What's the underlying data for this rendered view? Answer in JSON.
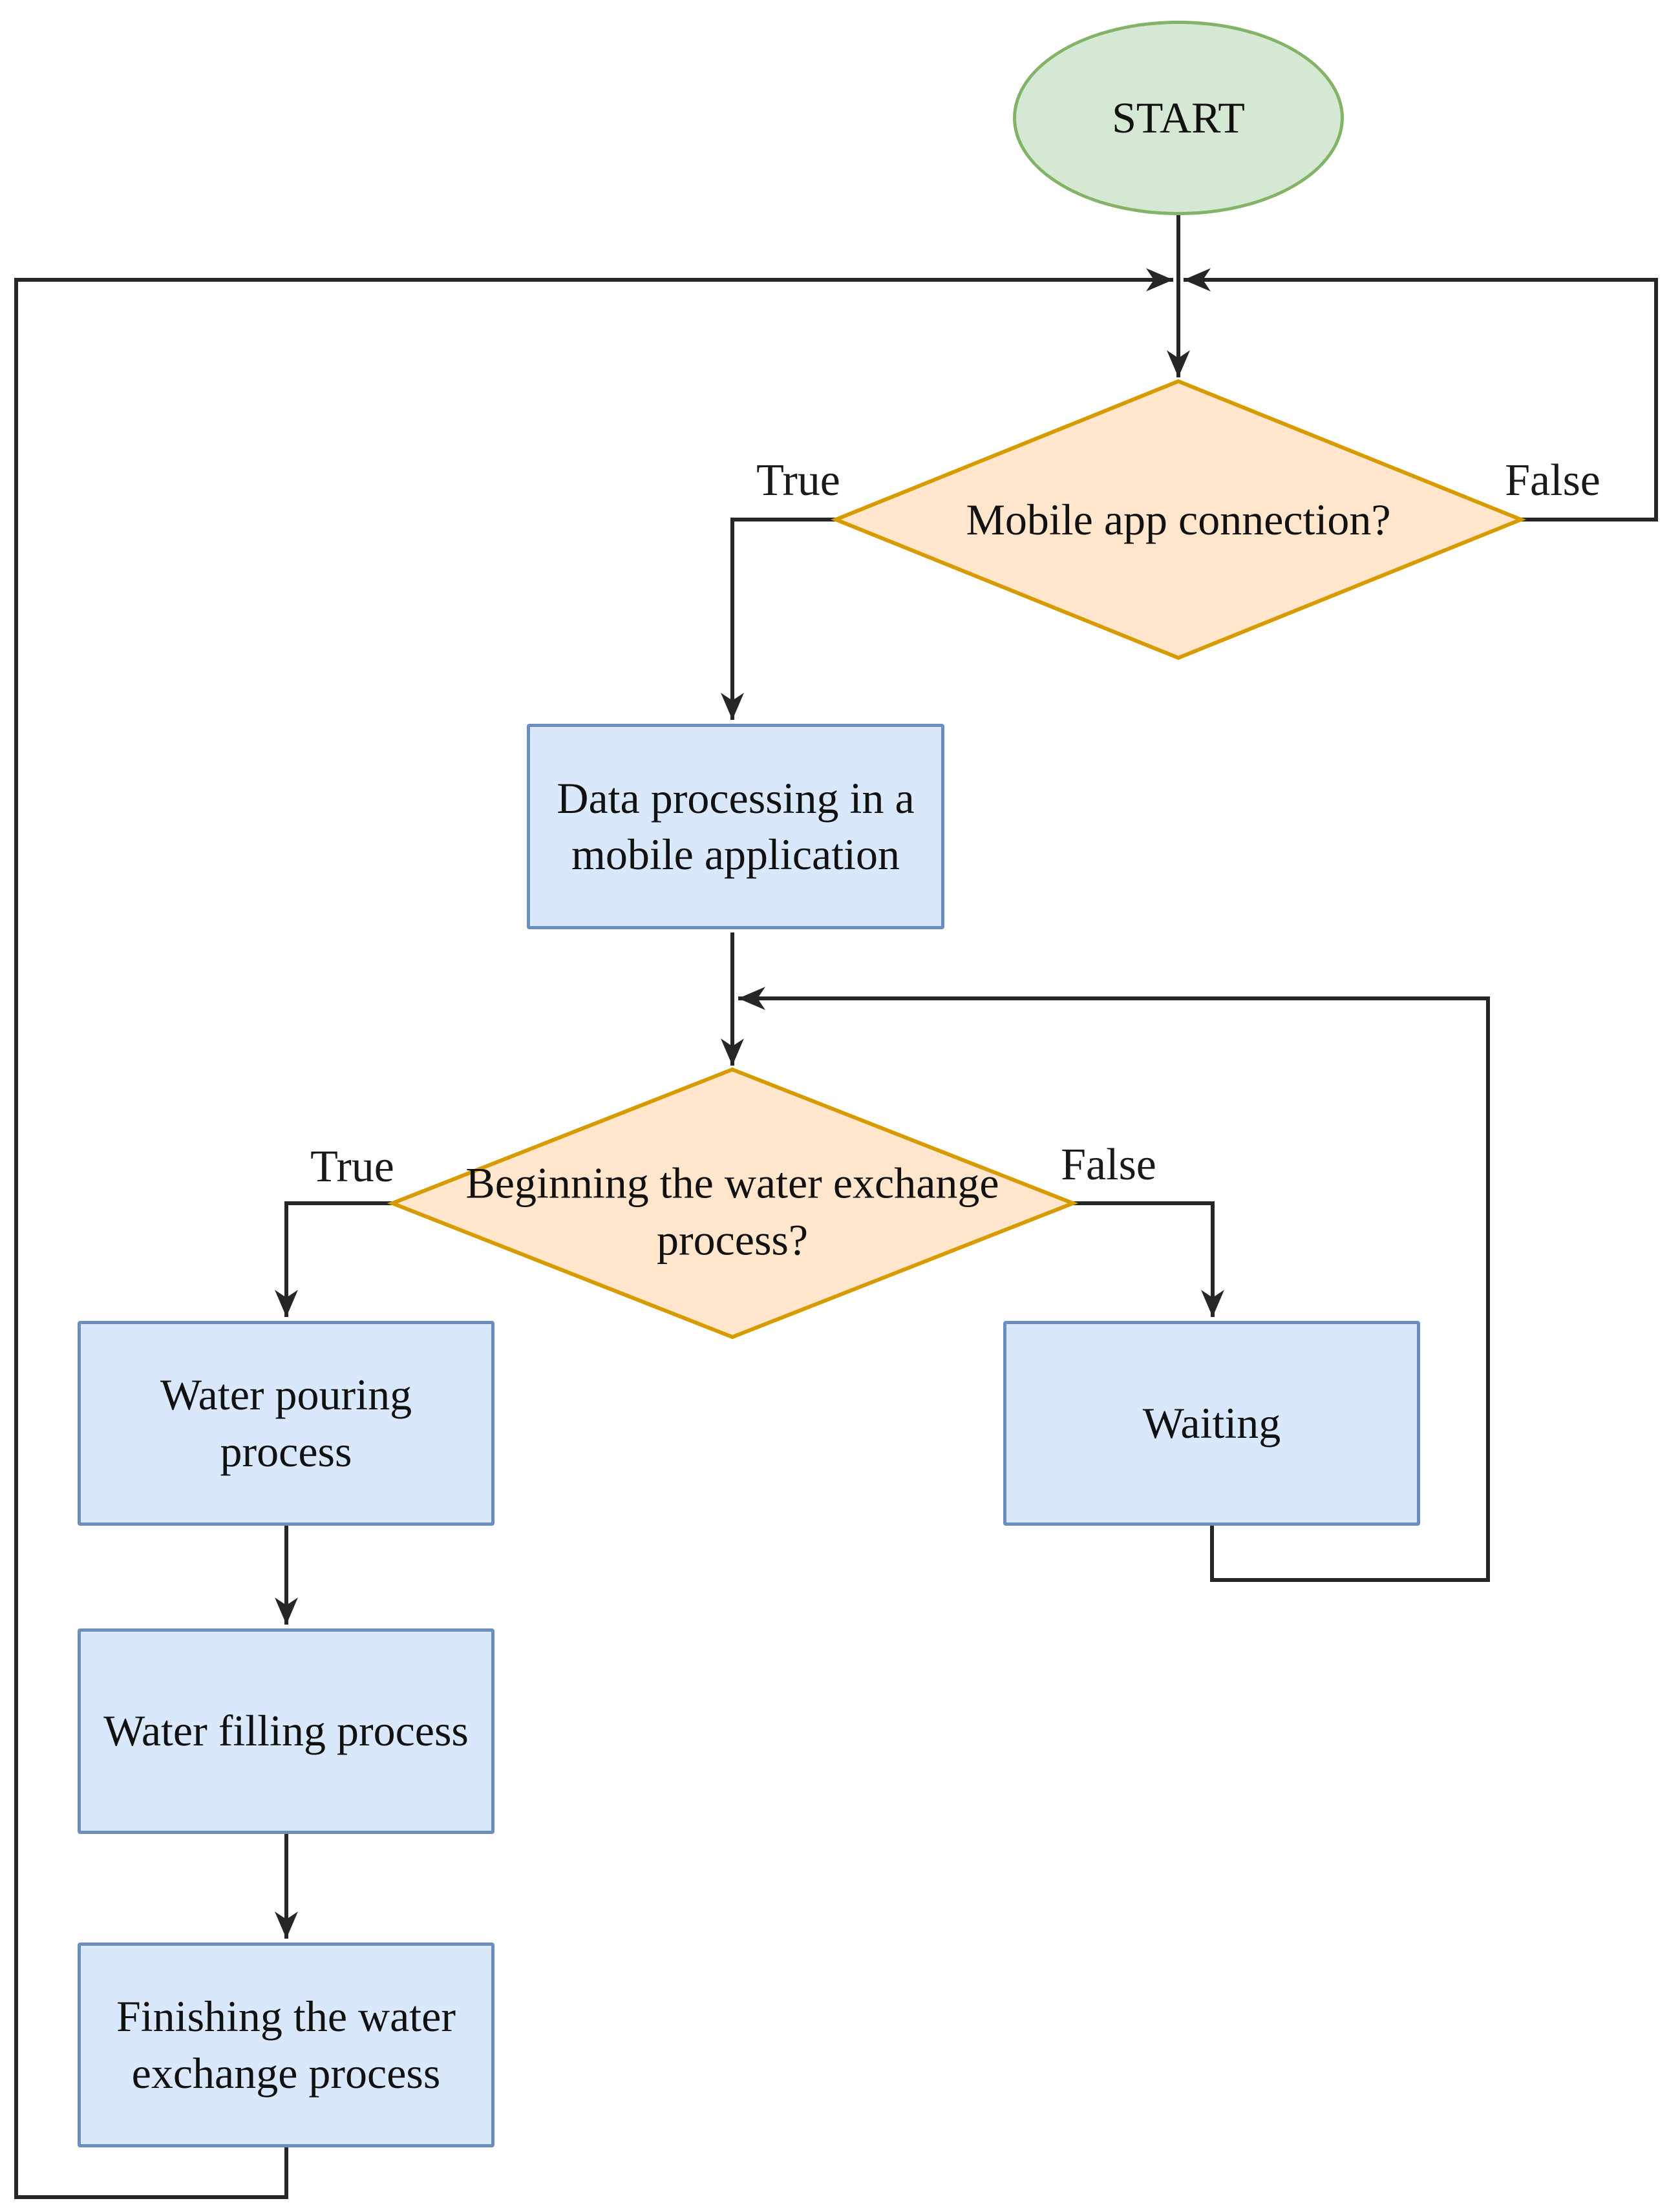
{
  "diagram": {
    "type": "flowchart",
    "background": "#ffffff",
    "connector_color": "#262626",
    "nodes": {
      "start": {
        "shape": "terminator",
        "label": "START",
        "fill": "#d5e8d4",
        "stroke": "#82b366"
      },
      "mobile_connection": {
        "shape": "decision",
        "label": "Mobile app connection?",
        "fill": "#ffe6cc",
        "stroke": "#d79b00"
      },
      "data_processing": {
        "shape": "process",
        "label": "Data processing in a mobile application",
        "fill": "#dae8fc",
        "stroke": "#6c8ebf"
      },
      "water_exchange": {
        "shape": "decision",
        "label": "Beginning the water exchange process?",
        "fill": "#ffe6cc",
        "stroke": "#d79b00"
      },
      "water_pouring": {
        "shape": "process",
        "label": "Water pouring process",
        "fill": "#dae8fc",
        "stroke": "#6c8ebf"
      },
      "water_filling": {
        "shape": "process",
        "label": "Water filling process",
        "fill": "#dae8fc",
        "stroke": "#6c8ebf"
      },
      "finishing": {
        "shape": "process",
        "label": "Finishing the water exchange process",
        "fill": "#dae8fc",
        "stroke": "#6c8ebf"
      },
      "waiting": {
        "shape": "process",
        "label": "Waiting",
        "fill": "#dae8fc",
        "stroke": "#6c8ebf"
      }
    },
    "edge_labels": {
      "mobile_true": "True",
      "mobile_false": "False",
      "exchange_true": "True",
      "exchange_false": "False"
    }
  }
}
